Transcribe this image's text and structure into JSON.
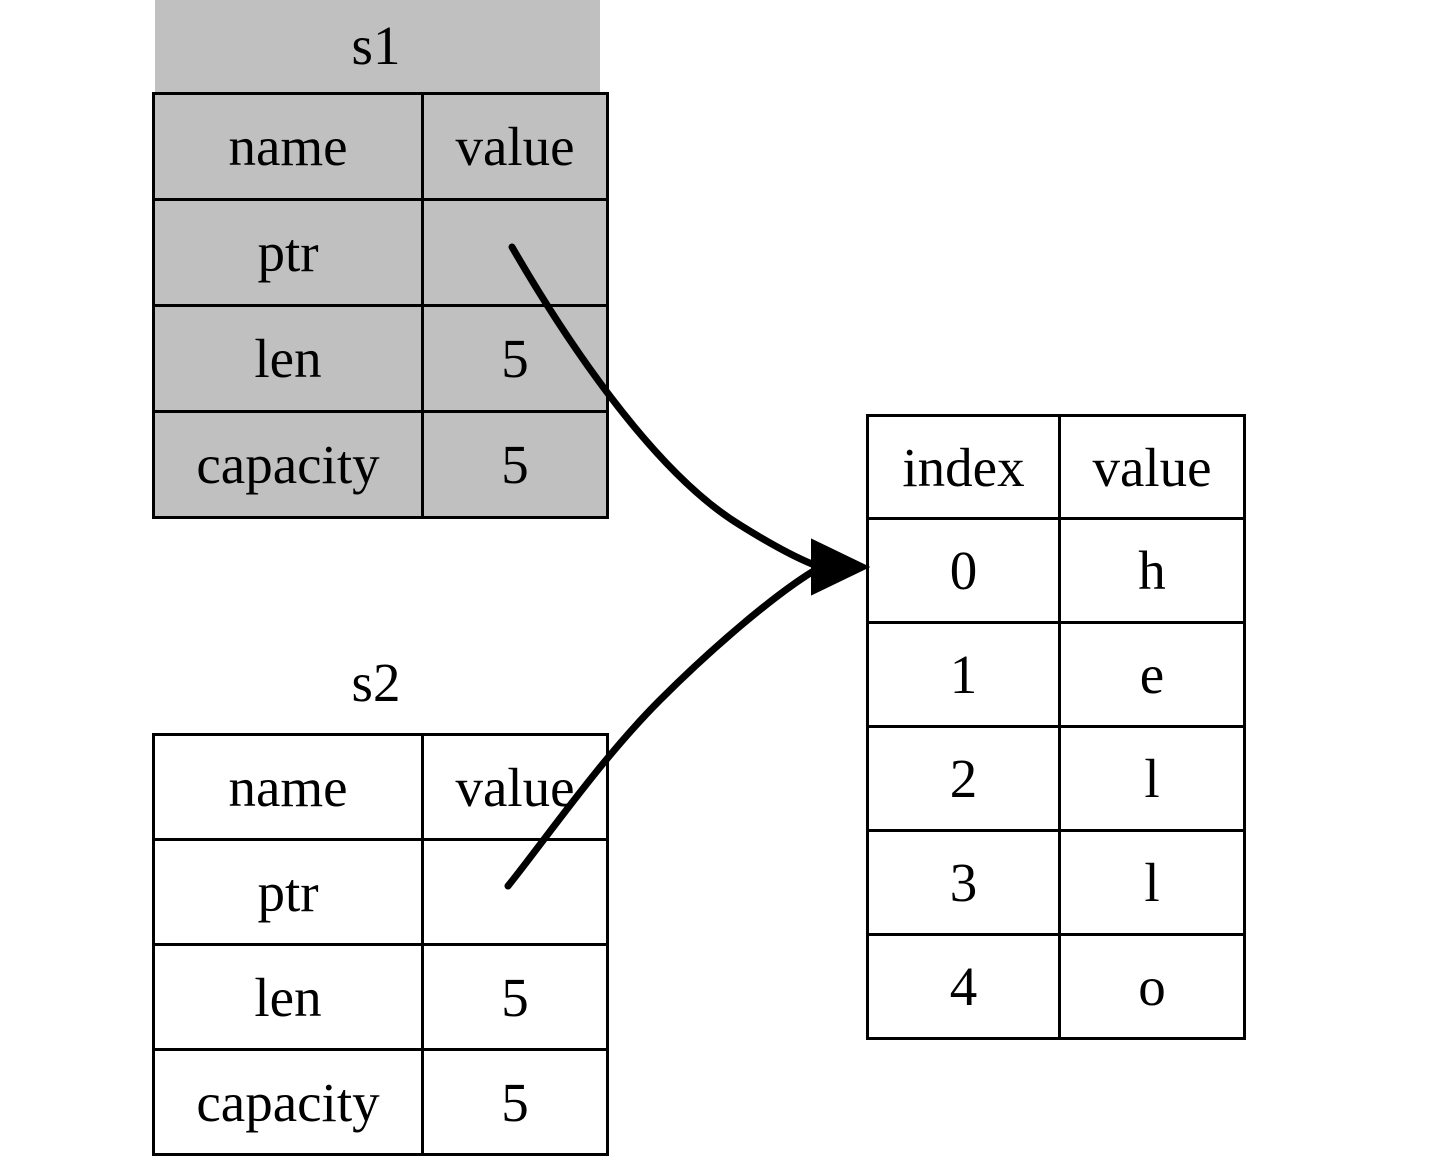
{
  "diagram": {
    "title_s1": "s1",
    "title_s2": "s2",
    "background_color": "#ffffff",
    "cluster_color": "#c0c0c0",
    "line_color": "#000000"
  },
  "s1": {
    "label": "s1",
    "headers": {
      "name": "name",
      "value": "value"
    },
    "rows": [
      {
        "name": "ptr",
        "value": ""
      },
      {
        "name": "len",
        "value": "5"
      },
      {
        "name": "capacity",
        "value": "5"
      }
    ]
  },
  "s2": {
    "label": "s2",
    "headers": {
      "name": "name",
      "value": "value"
    },
    "rows": [
      {
        "name": "ptr",
        "value": ""
      },
      {
        "name": "len",
        "value": "5"
      },
      {
        "name": "capacity",
        "value": "5"
      }
    ]
  },
  "heap": {
    "headers": {
      "index": "index",
      "value": "value"
    },
    "rows": [
      {
        "index": "0",
        "value": "h"
      },
      {
        "index": "1",
        "value": "e"
      },
      {
        "index": "2",
        "value": "l"
      },
      {
        "index": "3",
        "value": "l"
      },
      {
        "index": "4",
        "value": "o"
      }
    ]
  },
  "edges": [
    {
      "from": "s1.ptr",
      "to": "heap.0"
    },
    {
      "from": "s2.ptr",
      "to": "heap.0"
    }
  ]
}
